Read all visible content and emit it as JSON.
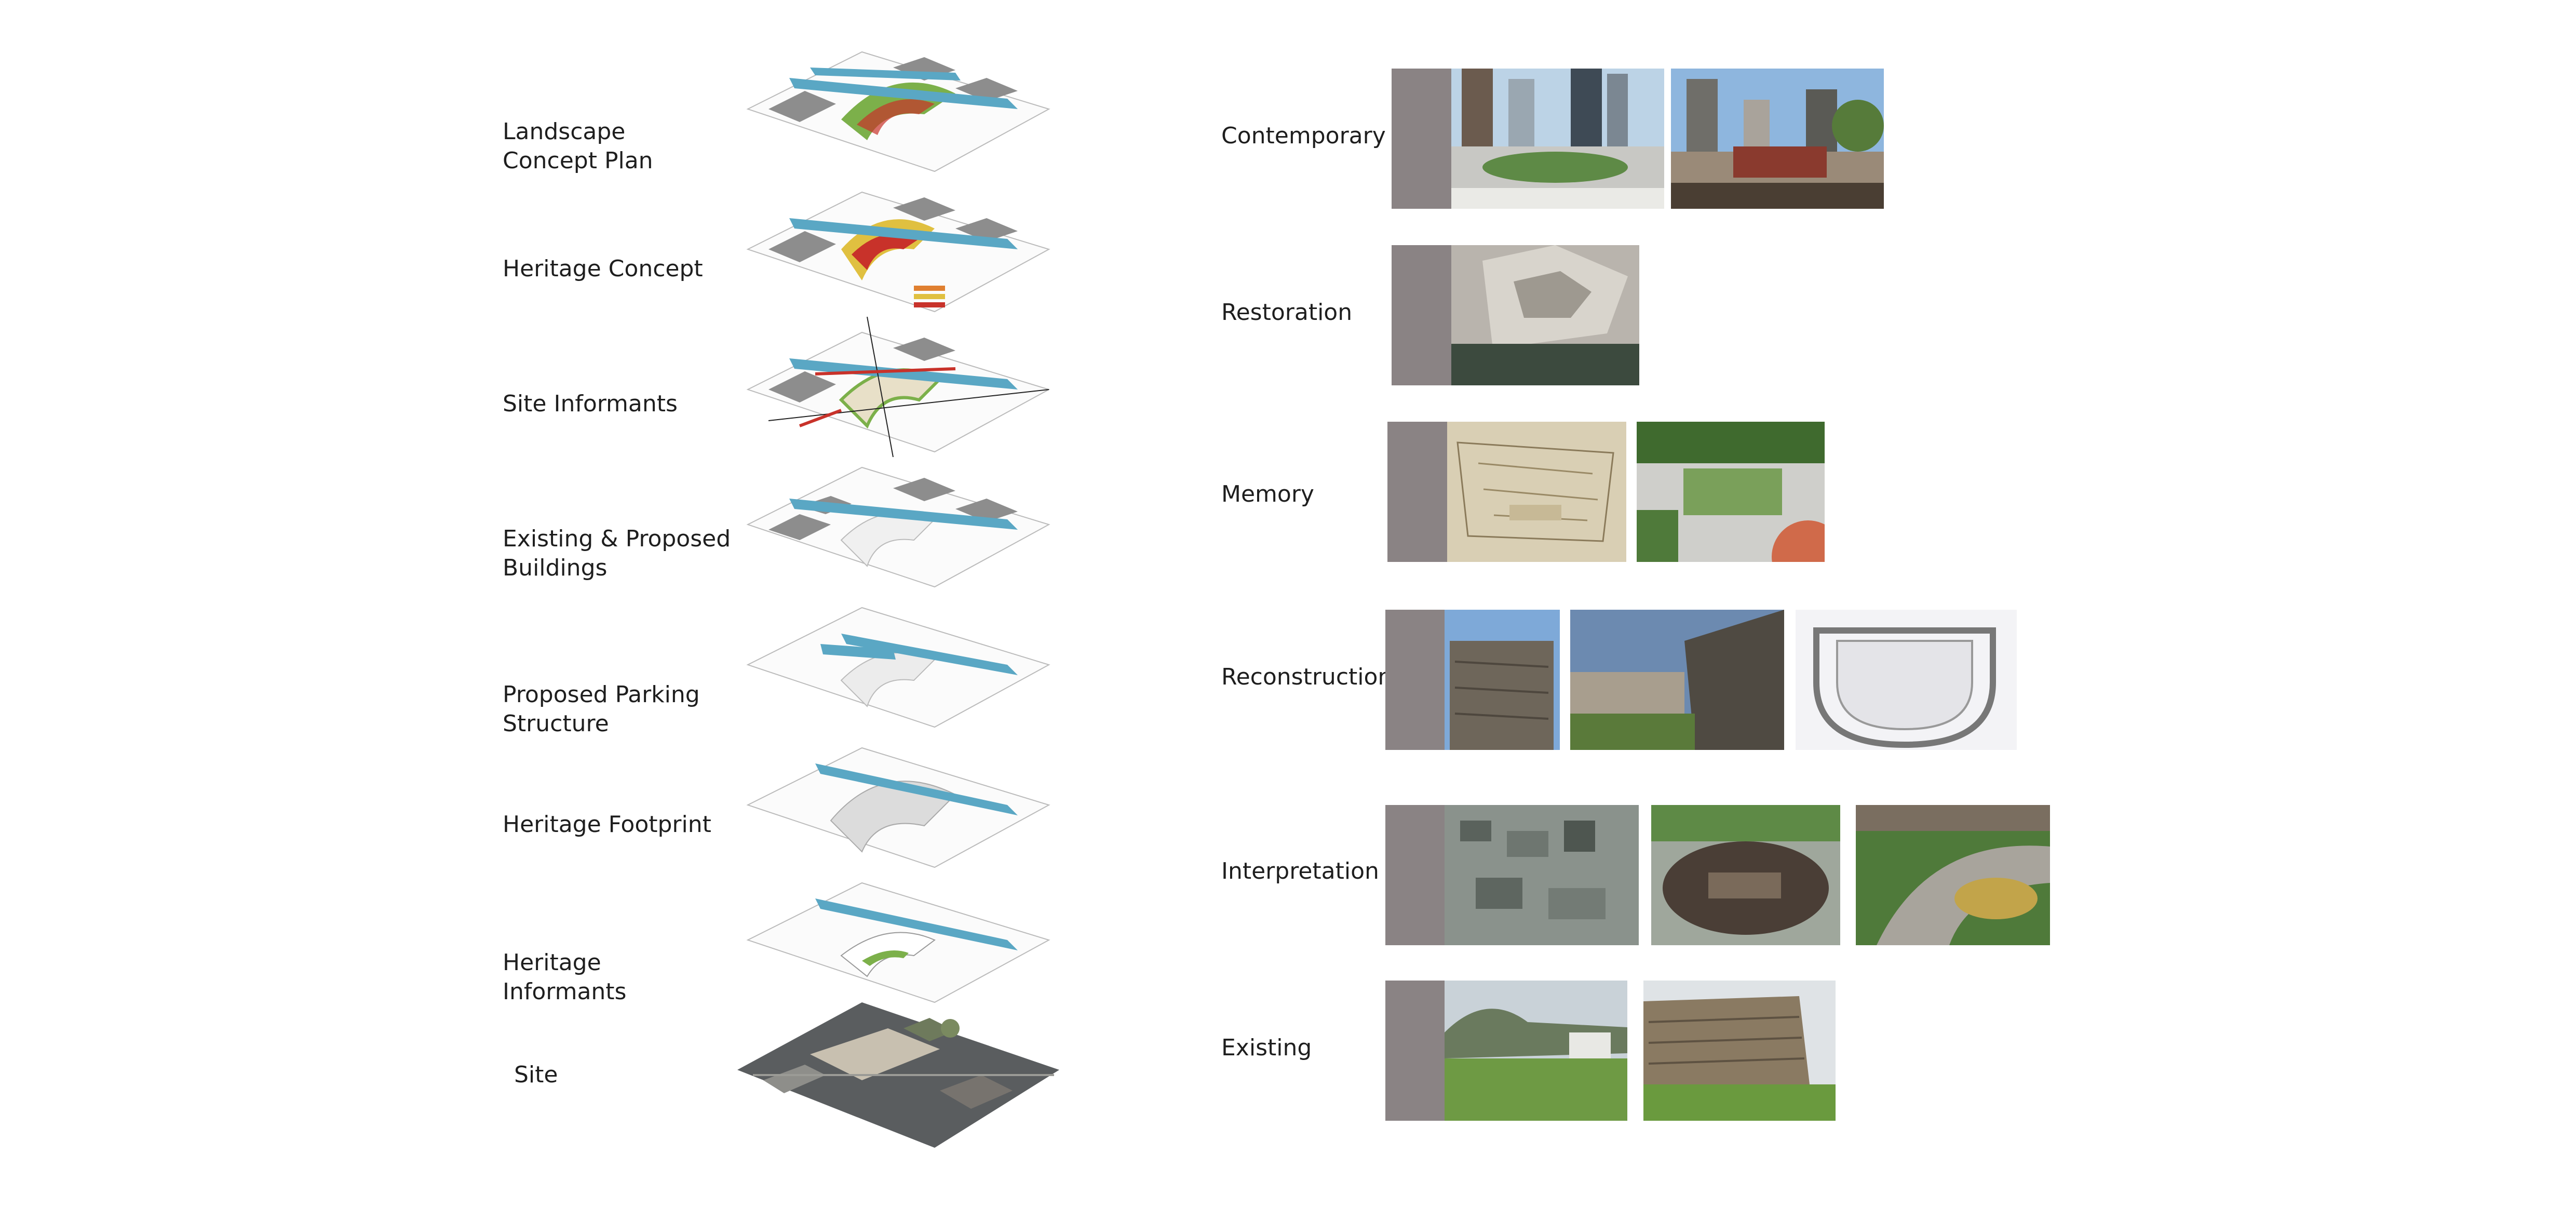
{
  "layers": [
    {
      "id": "landscape",
      "label": "Landscape Concept Plan",
      "icon": "landscape-plan-layer"
    },
    {
      "id": "heritage-concept",
      "label": "Heritage Concept",
      "icon": "heritage-concept-layer"
    },
    {
      "id": "informants",
      "label": "Site Informants",
      "icon": "site-informants-layer"
    },
    {
      "id": "buildings",
      "label": "Existing & Proposed Buildings",
      "icon": "buildings-layer"
    },
    {
      "id": "parking",
      "label": "Proposed Parking Structure",
      "icon": "parking-layer"
    },
    {
      "id": "footprint",
      "label": "Heritage Footprint",
      "icon": "heritage-footprint-layer"
    },
    {
      "id": "heritage-informants",
      "label": "Heritage Informants",
      "icon": "heritage-informants-layer"
    },
    {
      "id": "site",
      "label": "Site",
      "icon": "aerial-site-photo"
    }
  ],
  "categories": [
    {
      "label": "Contemporary",
      "photos": [
        "city-plaza-photo",
        "plaza-crowd-photo"
      ]
    },
    {
      "label": "Restoration",
      "photos": [
        "stone-model-photo"
      ]
    },
    {
      "label": "Memory",
      "photos": [
        "historic-map-photo",
        "garden-aerial-photo"
      ]
    },
    {
      "label": "Reconstruction",
      "photos": [
        "stone-wall-photo",
        "castle-wall-photo",
        "bastion-plan-photo"
      ]
    },
    {
      "label": "Interpretation",
      "photos": [
        "city-model-photo",
        "bronze-model-photo",
        "cobble-path-photo"
      ]
    },
    {
      "label": "Existing",
      "photos": [
        "ruins-field-photo",
        "ruined-wall-photo"
      ]
    }
  ],
  "colors": {
    "accent_blue": "#5aa7c4",
    "building_grey": "#8d8d8d",
    "bar_grey": "#8a8384",
    "heritage_red": "#c8322a",
    "green": "#7cb04a"
  }
}
